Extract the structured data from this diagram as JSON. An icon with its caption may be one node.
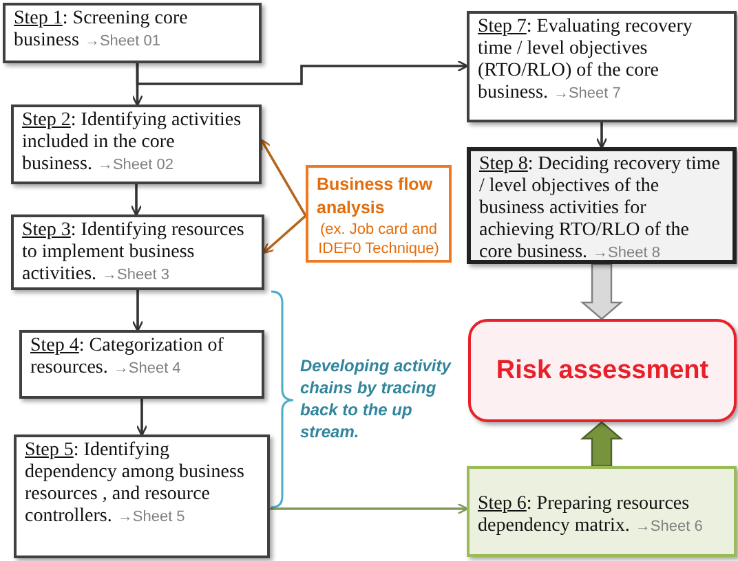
{
  "diagram": {
    "nodes": [
      {
        "text": [
          "Step 1",
          ":  Screening core business",
          "→Sheet 01"
        ]
      },
      {
        "text": [
          "Step 2",
          ":  Identifying activities included in the core business.",
          "→Sheet 02"
        ]
      },
      {
        "text": [
          "Step 3",
          ":  Identifying resources to implement business activities.",
          "→Sheet 3"
        ]
      },
      {
        "text": [
          "Step 4",
          ":  Categorization of resources.",
          "→Sheet 4"
        ]
      },
      {
        "text": [
          "Step 5",
          ":  Identifying dependency among business resources , and resource controllers.",
          "→Sheet 5"
        ]
      },
      {
        "text": [
          "Business flow analysis",
          "(ex. Job card and IDEF0 Technique)"
        ]
      },
      {
        "text": [
          "Step 7",
          ":  Evaluating recovery time / level objectives (RTO/RLO) of the core business.",
          "→Sheet 7"
        ]
      },
      {
        "text": [
          "Step 8",
          ":  Deciding recovery time / level objectives of the business activities for achieving RTO/RLO of the core business.",
          "→Sheet 8"
        ]
      },
      {
        "text": [
          "Risk assessment"
        ]
      },
      {
        "text": [
          "Step 6",
          ":  Preparing resources dependency matrix.",
          "→Sheet 6"
        ]
      }
    ],
    "edges": [
      {
        "from": 0,
        "to": 1,
        "arrow": "to"
      },
      {
        "from": 0,
        "to": 6,
        "arrow": "to"
      },
      {
        "from": 1,
        "to": 2,
        "arrow": "to"
      },
      {
        "from": 2,
        "to": 3,
        "arrow": "to"
      },
      {
        "from": 3,
        "to": 4,
        "arrow": "to"
      },
      {
        "from": 5,
        "to": 1,
        "arrow": "to",
        "color": "#b5651d"
      },
      {
        "from": 5,
        "to": 2,
        "arrow": "to",
        "color": "#b5651d"
      },
      {
        "from": 6,
        "to": 7,
        "arrow": "to"
      },
      {
        "from": 7,
        "to": 8,
        "arrow": "to",
        "style": "thick",
        "color": "#d9d9d9"
      },
      {
        "from": 9,
        "to": 8,
        "arrow": "to",
        "style": "thick",
        "color": "#77933c"
      },
      {
        "from": 4,
        "to": 9,
        "arrow": "to",
        "color": "#7f9a5a"
      }
    ],
    "labels": [
      "Developing activity chains by tracing back to the up stream."
    ]
  }
}
